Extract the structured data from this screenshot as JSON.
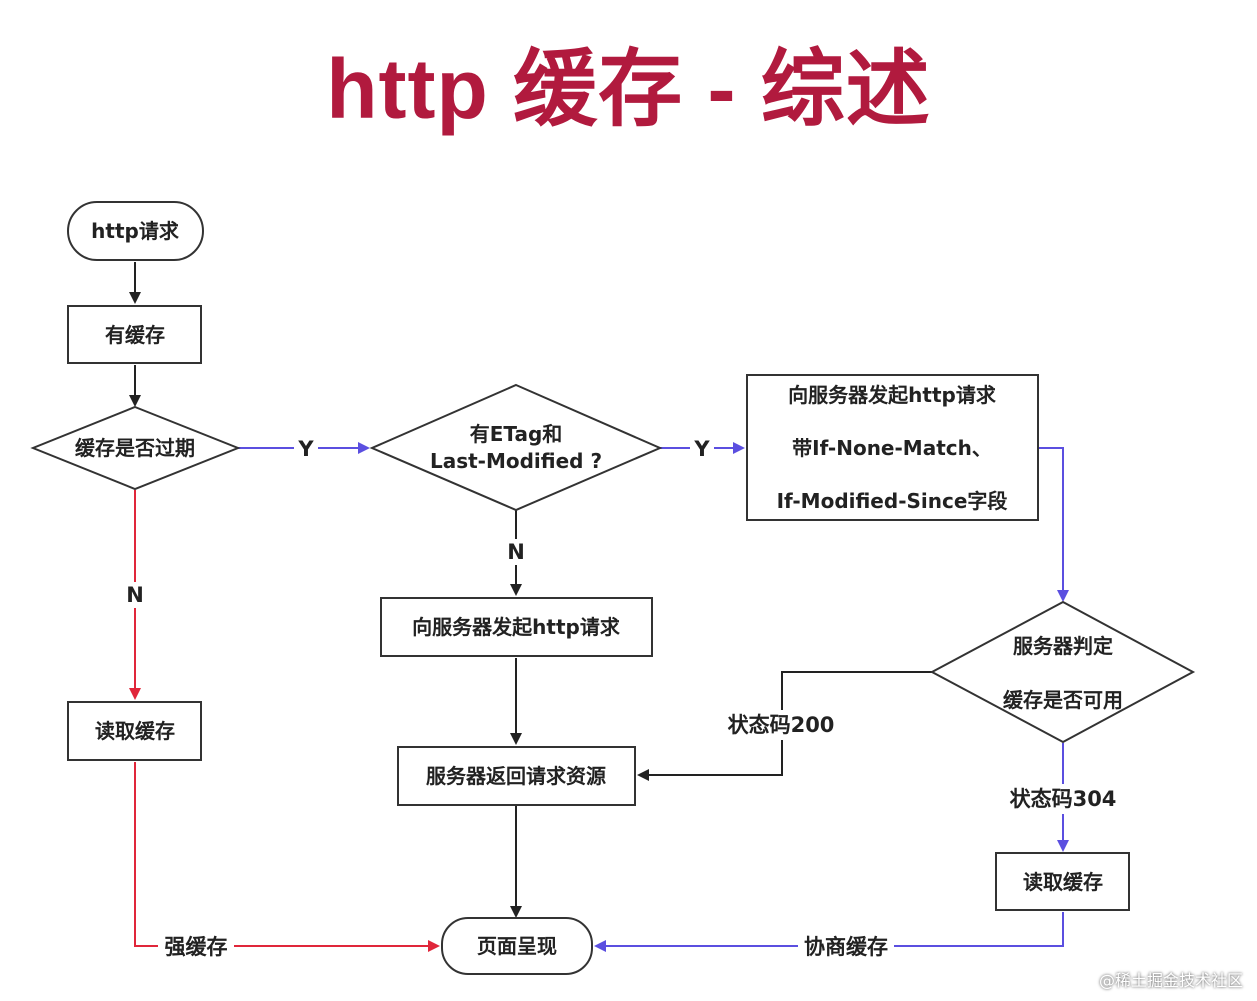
{
  "title": "http 缓存 - 综述",
  "nodes": {
    "start": "http请求",
    "has_cache": "有缓存",
    "expired": "缓存是否过期",
    "etag_q_line1": "有ETag和",
    "etag_q_line2": "Last-Modified ?",
    "cond_req_line1": "向服务器发起http请求",
    "cond_req_line2": "带If-None-Match、",
    "cond_req_line3": "If-Modified-Since字段",
    "plain_req": "向服务器发起http请求",
    "server_judge_line1": "服务器判定",
    "server_judge_line2": "缓存是否可用",
    "read_cache_left": "读取缓存",
    "server_return": "服务器返回请求资源",
    "read_cache_right": "读取缓存",
    "render": "页面呈现"
  },
  "labels": {
    "yes1": "Y",
    "yes2": "Y",
    "no_expired": "N",
    "no_etag": "N",
    "status_200": "状态码200",
    "status_304": "状态码304",
    "strong_cache": "强缓存",
    "negotiated_cache": "协商缓存"
  },
  "colors": {
    "title": "#b11a3e",
    "black_flow": "#222222",
    "blue_flow": "#5b4fe0",
    "red_flow": "#e0263a"
  },
  "watermark": "@稀土掘金技术社区"
}
